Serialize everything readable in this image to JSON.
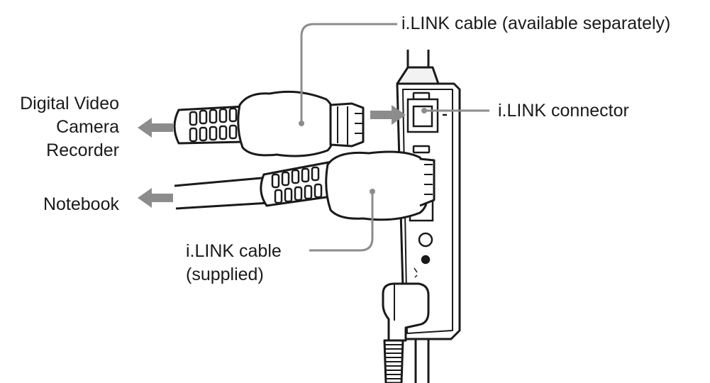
{
  "labels": {
    "cable_available_separately": "i.LINK cable (available separately)",
    "connector": "i.LINK connector",
    "dv_camera_line1": "Digital Video",
    "dv_camera_line2": "Camera",
    "dv_camera_line3": "Recorder",
    "notebook": "Notebook",
    "cable_supplied_line1": "i.LINK cable",
    "cable_supplied_line2": "(supplied)"
  },
  "colors": {
    "line": "#1a1a1a",
    "leader": "#8c8c8c",
    "arrow": "#8c8c8c",
    "plug_fill": "#ffffff"
  }
}
